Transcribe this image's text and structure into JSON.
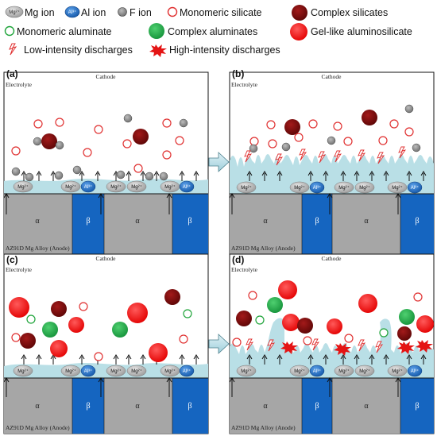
{
  "legend": [
    {
      "key": "mg",
      "symbol": "Mg²⁺",
      "label": "Mg ion"
    },
    {
      "key": "al",
      "symbol": "Al³⁺",
      "label": "Al ion"
    },
    {
      "key": "f",
      "symbol": "",
      "label": "F ion"
    },
    {
      "key": "ms",
      "symbol": "",
      "label": "Monomeric silicate"
    },
    {
      "key": "cs",
      "symbol": "",
      "label": "Complex silicates"
    },
    {
      "key": "ma",
      "symbol": "",
      "label": "Monomeric aluminate"
    },
    {
      "key": "ca",
      "symbol": "",
      "label": "Complex aluminates"
    },
    {
      "key": "gel",
      "symbol": "",
      "label": "Gel-like aluminosilicate"
    },
    {
      "key": "low",
      "symbol": "",
      "label": "Low-intensity discharges"
    },
    {
      "key": "high",
      "symbol": "",
      "label": "High-intensity discharges"
    }
  ],
  "colors": {
    "mg_ion": "#b4b4b4",
    "al_ion": "#1f6fc9",
    "f_ion": "#8c8c8c",
    "monomeric_silicate": "#e03030",
    "complex_silicate": "#7a0b0b",
    "monomeric_aluminate": "#1fa43a",
    "complex_aluminate": "#22b14c",
    "gel_aluminosilicate": "#ff1a1a",
    "coating_layer": "#b9dfe6",
    "alpha_phase": "#a6a6a6",
    "beta_phase": "#1565c0"
  },
  "panels": [
    {
      "label": "(a)",
      "cathode": "Cathode",
      "electrolyte": "Electrolyte",
      "anode": "AZ91D Mg Alloy (Anode)",
      "alpha": "α",
      "beta": "β",
      "mg": "Mg²⁺",
      "al": "Al³⁺"
    },
    {
      "label": "(b)",
      "cathode": "Cathode",
      "electrolyte": "Electrolyte",
      "anode": "AZ91D Mg Alloy (Anode)",
      "alpha": "α",
      "beta": "β",
      "mg": "Mg²⁺",
      "al": "Al³⁺"
    },
    {
      "label": "(c)",
      "cathode": "Cathode",
      "electrolyte": "Electrolyte",
      "anode": "AZ91D Mg Alloy (Anode)",
      "alpha": "α",
      "beta": "β",
      "mg": "Mg²⁺",
      "al": "Al³⁺"
    },
    {
      "label": "(d)",
      "cathode": "Cathode",
      "electrolyte": "Electrolyte",
      "anode": "AZ91D Mg Alloy (Anode)",
      "alpha": "α",
      "beta": "β",
      "mg": "Mg²⁺",
      "al": "Al³⁺"
    }
  ],
  "icons": {
    "arrow_ab": "right-arrow-icon",
    "arrow_cd": "right-arrow-icon",
    "low_discharge": "lightning-bolt-icon",
    "high_discharge": "starburst-icon"
  }
}
